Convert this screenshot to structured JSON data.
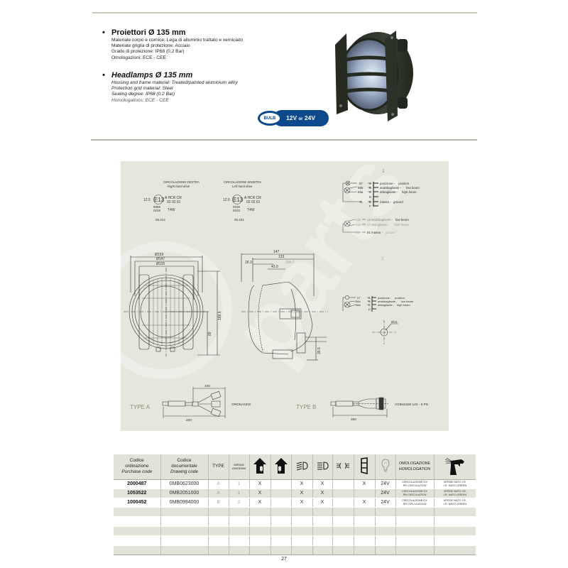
{
  "spec_it": {
    "bullet": "•",
    "title": "Proiettori Ø 135 mm",
    "lines": [
      "Materiale corpo e cornice: Lega di alluminio trattato e verniciato",
      "Materiale griglia di protezione: Acciaio",
      "Grado di protezione: IP68 (0,2 Bar)",
      "Omologazioni: ECE - CEE"
    ]
  },
  "spec_en": {
    "bullet": "•",
    "title": "Headlamps Ø 135 mm",
    "lines": [
      "Housing and frame material: Treated/painted aluminium alloy",
      "Protection grid material: Steel",
      "Sealing degree: IP68 (0,2 Bar)",
      "Homologations: ECE - CEE"
    ]
  },
  "bulb_badge": {
    "label": "BULB",
    "voltage_a": "12V",
    "or": "or",
    "voltage_b": "24V",
    "color": "#0d4a8c"
  },
  "drawing": {
    "rhd": {
      "title": "CIRCOLAZIONE DESTRA",
      "subtitle": "Right hand drive",
      "mark_num": "12.5",
      "mark": "E13",
      "cols": "A  HCR  CR",
      "vals": "02  02  01",
      "code1": "9069",
      "code2": "0218",
      "bulb": "T4W",
      "ref": "05.414"
    },
    "lhd": {
      "title": "CIRCOLAZIONE SINISTRA",
      "subtitle": "Left hand drive",
      "mark_num": "12.5",
      "mark": "E13",
      "cols": "A  HCR  CR",
      "vals": "02  02  01",
      "code1": "0228",
      "code2": "0222",
      "bulb": "T4W",
      "ref": "05.431"
    },
    "front_dims": {
      "d1": "Ø159",
      "d2": "Ø147",
      "d3": "Ø135",
      "h1": "169.5",
      "h2": "89"
    },
    "side_dims": {
      "w1": "147",
      "w2": "123",
      "w3": "18.3",
      "w4": "104.7",
      "w5": "43.0",
      "h1": "35.5"
    },
    "hole": "Ø11",
    "wiring_1": {
      "number": "1",
      "rows": [
        {
          "pin": "57",
          "letter": "A",
          "label": "posizione - ",
          "label_en": "position"
        },
        {
          "pin": "56b",
          "letter": "B",
          "label": "anabbagliante - ",
          "label_en": "low beam"
        },
        {
          "pin": "56a",
          "letter": "C",
          "label": "abbagliante - ",
          "label_en": "high beam"
        },
        {
          "pin": "",
          "letter": "D",
          "label": "",
          "label_en": ""
        },
        {
          "pin": "31",
          "letter": "E",
          "label": "massa - ",
          "label_en": "ground"
        },
        {
          "pin": "",
          "letter": "F",
          "label": "",
          "label_en": ""
        }
      ],
      "alt_rows": [
        {
          "pin": "56b",
          "alt": "16 anabbagliante - ",
          "label_en": "low beam"
        },
        {
          "pin": "56a",
          "alt": "17 abbagliante - ",
          "label_en": "high beam"
        },
        {
          "pin": "31",
          "alt": "91 massa - ",
          "label_en": "ground"
        }
      ]
    },
    "wiring_2": {
      "number": "2",
      "rows": [
        {
          "pin": "57",
          "letter": "A",
          "label": "posizione - ",
          "label_en": "position"
        },
        {
          "pin": "56b",
          "letter": "B",
          "label": "anabbagliante - ",
          "label_en": "low beam"
        },
        {
          "pin": "56a",
          "letter": "C",
          "label": "abbagliante - ",
          "label_en": "high beam"
        },
        {
          "pin": "",
          "letter": "D",
          "label": "",
          "label_en": ""
        }
      ]
    },
    "type_a": {
      "label": "TYPE A",
      "dim_top": "100",
      "dim_bottom": "200",
      "connector": "ORDNANCE"
    },
    "type_b": {
      "label": "TYPE B",
      "dim_bottom": "350",
      "connector": "VG95234M 14S - 6 PN"
    },
    "watermark": "parts"
  },
  "table": {
    "headers": [
      {
        "l1": "Codice",
        "l2": "ordinazione",
        "l3": "Purchase code"
      },
      {
        "l1": "Codice",
        "l2": "documentale",
        "l3": "Drawing code"
      },
      {
        "l1": "TYPE"
      },
      {
        "l1": "WIRING",
        "l2": "DIAGRAM"
      },
      {
        "icon": "house-rhd-icon"
      },
      {
        "icon": "house-lhd-icon"
      },
      {
        "icon": "low-beam-icon"
      },
      {
        "icon": "high-beam-icon"
      },
      {
        "icon": "position-light-icon"
      },
      {
        "icon": "grid-icon"
      },
      {
        "icon": "bulb-icon"
      },
      {
        "l1": "OMOLOGAZIONE",
        "l2": "HOMOLOGATION"
      },
      {
        "icon": "spray-gun-icon"
      }
    ],
    "rows": [
      {
        "purchase": "2000487",
        "drawing": "0MB0623000",
        "type": "A",
        "wiring": "1",
        "rhd": "X",
        "lhd": "",
        "low": "X",
        "high": "X",
        "pos": "",
        "grid": "X",
        "volt": "24V",
        "homol_1": "CIRCOLAZIONE DX",
        "homol_2": "RH CIRCULATION",
        "color_1": "VERDE NATO I.R.",
        "color_2": "I.R. NATO GREEN"
      },
      {
        "purchase": "1053522",
        "drawing": "0MB2051000",
        "type": "A",
        "wiring": "1",
        "rhd": "X",
        "lhd": "",
        "low": "X",
        "high": "X",
        "pos": "",
        "grid": "",
        "volt": "24V",
        "homol_1": "CIRCOLAZIONE DX",
        "homol_2": "RH CIRCULATION",
        "color_1": "VERDE NATO I.R.",
        "color_2": "I.R. NATO GREEN"
      },
      {
        "purchase": "1000452",
        "drawing": "0MB0994000",
        "type": "B",
        "wiring": "2",
        "rhd": "X",
        "lhd": "",
        "low": "X",
        "high": "X",
        "pos": "",
        "grid": "X",
        "volt": "24V",
        "homol_1": "CIRCOLAZIONE DX",
        "homol_2": "RH CIRCULATION",
        "color_1": "VERDE NATO I.R.",
        "color_2": "I.R. NATO GREEN"
      }
    ],
    "empty_rows": 5
  },
  "page_number": "27"
}
